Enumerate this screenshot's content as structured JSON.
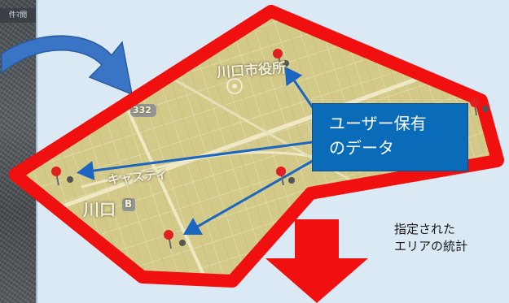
{
  "left_panel": {
    "tab_text": "件ﾏ閲"
  },
  "map": {
    "labels": {
      "city_hall": "川口市役所",
      "route_number": "332",
      "station": "川口",
      "station_badge": "B",
      "area_text": "キャスティ"
    }
  },
  "callout": {
    "line1": "ユーザー保有",
    "line2": "のデータ"
  },
  "statistics_label": {
    "line1": "指定された",
    "line2": "エリアの統計"
  },
  "colors": {
    "polygon_border": "#f01010",
    "callout_fill": "#0a6bb8",
    "arrow_blue": "#1a66c0",
    "down_arrow": "#f01010",
    "background": "#dbe9f5"
  }
}
